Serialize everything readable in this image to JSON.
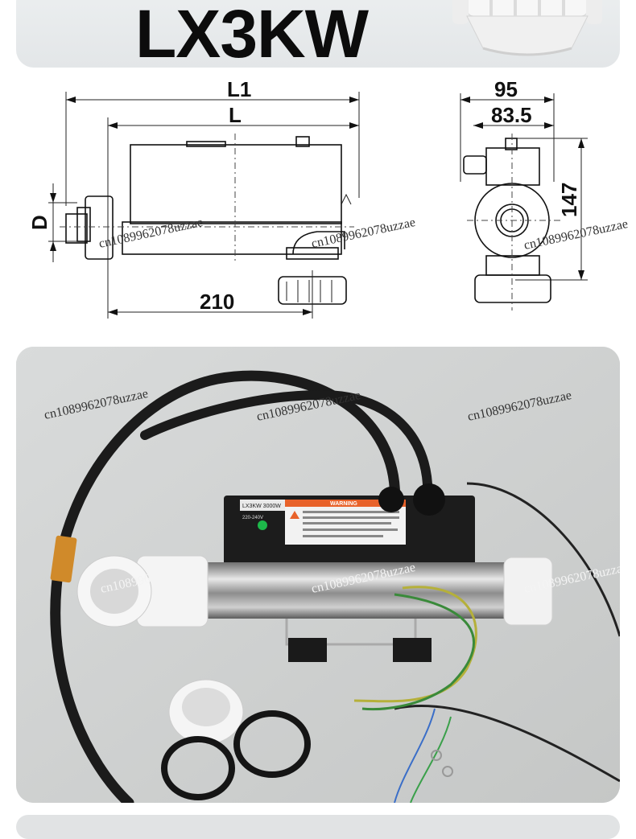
{
  "product": {
    "title": "LX3KW"
  },
  "drawing": {
    "dims": {
      "L1": "L1",
      "L": "L",
      "D": "D",
      "w210": "210",
      "w95": "95",
      "w83_5": "83.5",
      "h147": "147"
    }
  },
  "watermark": "cn1089962078uzzae",
  "label": {
    "line1": "LX3KW 3000W",
    "line2": "220-240V",
    "warning": "WARNING"
  },
  "colors": {
    "card_bg": "#e6e9ea",
    "photo_bg": "#cfd1d0",
    "warning": "#e8622a"
  }
}
